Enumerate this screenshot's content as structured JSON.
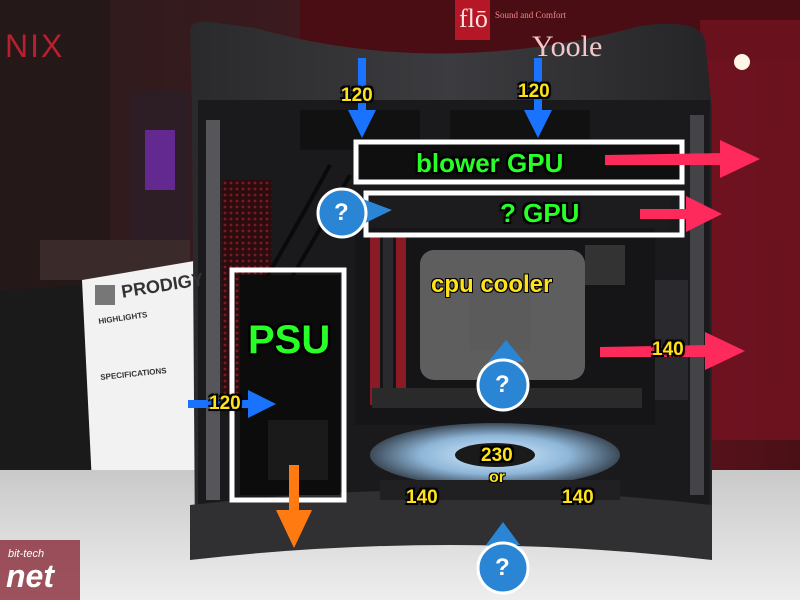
{
  "background_sign": {
    "left_text": "NIX",
    "flo_logo": "flō",
    "flo_tagline": "Sound and Comfort",
    "right_text": "Yoole"
  },
  "spec_sheet": {
    "brand": "PRODIGY",
    "highlights_title": "HIGHLIGHTS",
    "specs_title": "SPECIFICATIONS"
  },
  "annotations": {
    "fan_top_left": "120",
    "fan_top_right": "120",
    "fan_side": "120",
    "fan_right": "140",
    "fan_bottom_center": "230",
    "fan_bottom_or": "or",
    "fan_bottom_left": "140",
    "fan_bottom_right": "140",
    "gpu_top": "blower GPU",
    "gpu_second": "? GPU",
    "cpu": "cpu cooler",
    "psu": "PSU",
    "question_mark": "?"
  },
  "watermark": {
    "small": "bit-tech",
    "large": "net"
  },
  "colors": {
    "airflow_in_arrow": "#1a73ff",
    "airflow_out_arrow": "#ff2a5c",
    "psu_exhaust_arrow": "#ff7b12",
    "question_badge": "#2a86d4",
    "label_green": "#27ff27",
    "label_yellow": "#ffe21a",
    "box_border": "#ffffff"
  }
}
